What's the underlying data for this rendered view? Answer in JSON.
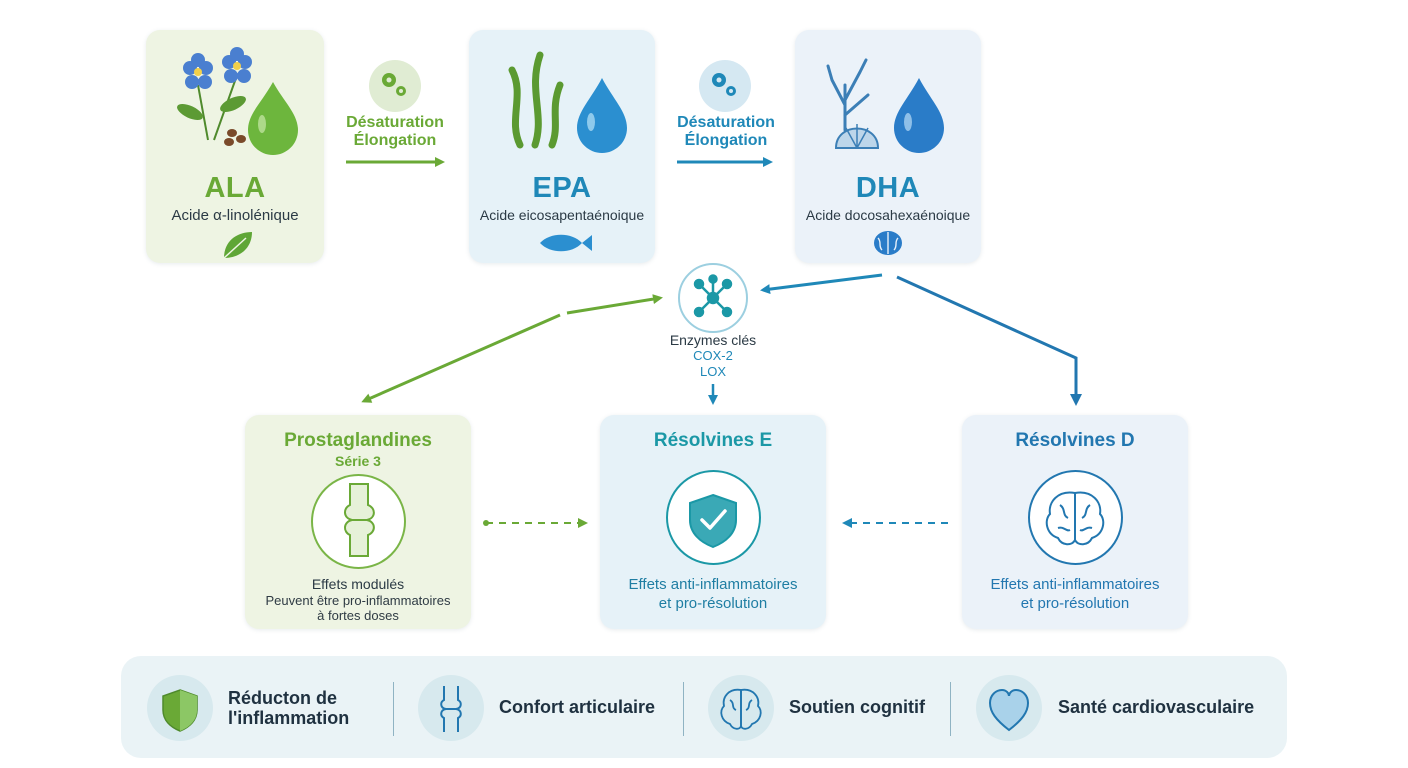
{
  "pathway": {
    "ala": {
      "abbr": "ALA",
      "name": "Acide α-linolénique"
    },
    "epa": {
      "abbr": "EPA",
      "name": "Acide eicosapentaénoique"
    },
    "dha": {
      "abbr": "DHA",
      "name": "Acide docosahexaénoique"
    },
    "step1": {
      "line1": "Désaturation",
      "line2": "Élongation"
    },
    "step2": {
      "line1": "Désaturation",
      "line2": "Élongation"
    }
  },
  "enzymes": {
    "title": "Enzymes clés",
    "cox": "COX-2",
    "lox": "LOX"
  },
  "mediators": {
    "prostaglandins": {
      "title": "Prostaglandines",
      "subtitle": "Série 3",
      "effect_title": "Effets modulés",
      "effect_line1": "Peuvent être pro-inflammatoires",
      "effect_line2": "à fortes doses"
    },
    "resolvins_e": {
      "title": "Résolvines E",
      "effect_line1": "Effets anti-inflammatoires",
      "effect_line2": "et pro-résolution"
    },
    "resolvins_d": {
      "title": "Résolvines D",
      "effect_line1": "Effets anti-inflammatoires",
      "effect_line2": "et pro-résolution"
    }
  },
  "benefits": [
    {
      "line1": "Réducton de",
      "line2": "l'inflammation",
      "icon": "shield-icon"
    },
    {
      "line1": "Confort articulaire",
      "icon": "joint-icon"
    },
    {
      "line1": "Soutien cognitif",
      "icon": "brain-icon"
    },
    {
      "line1": "Santé cardiovasculaire",
      "icon": "heart-icon"
    }
  ],
  "colors": {
    "green": "#6aa936",
    "blue": "#1f88b8",
    "teal": "#1b98a6",
    "dark_blue": "#2277b0"
  }
}
